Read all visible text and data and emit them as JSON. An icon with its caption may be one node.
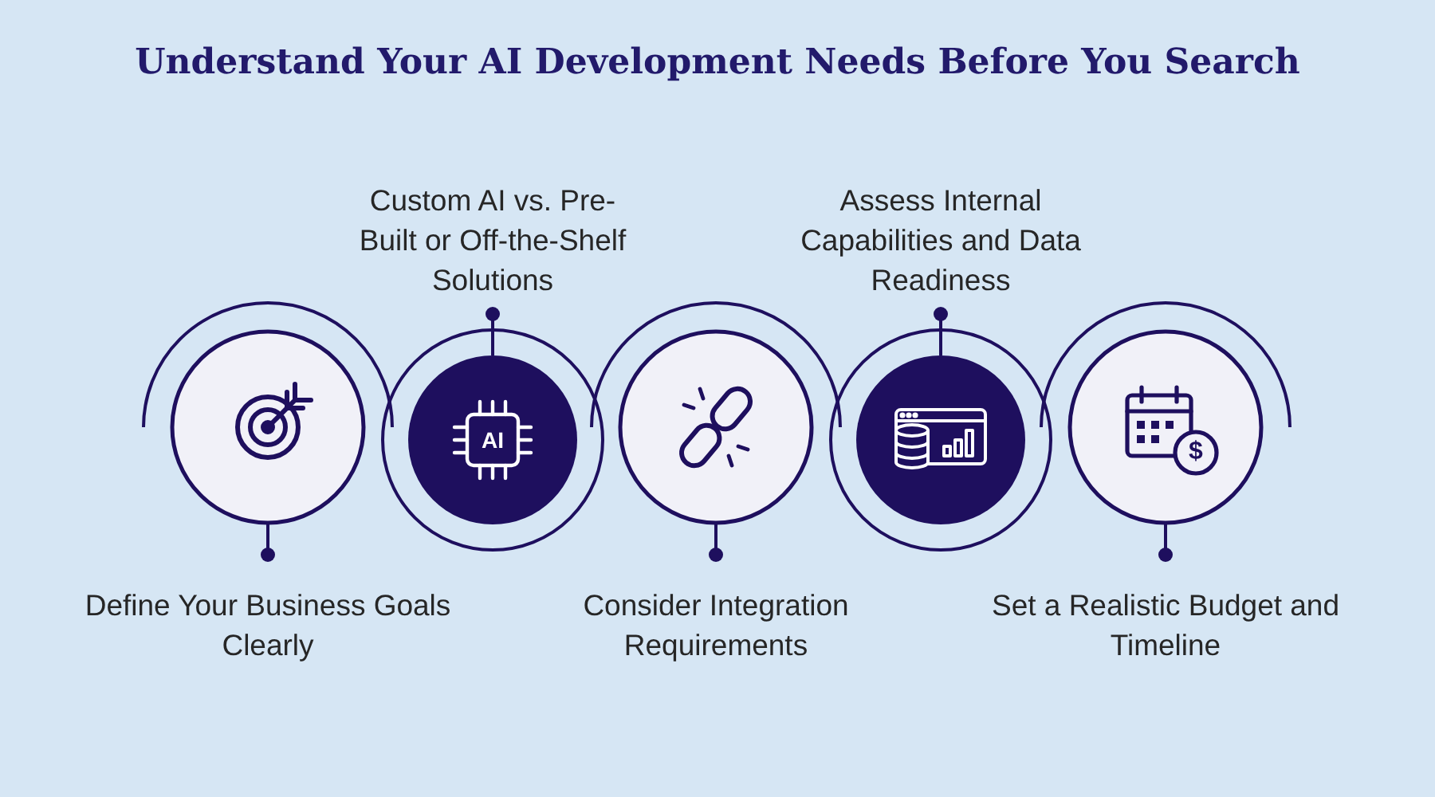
{
  "diagram": {
    "title": "Understand Your AI Development Needs Before You Search",
    "nodes": [
      {
        "text": [
          "Define Your Business Goals Clearly"
        ]
      },
      {
        "text": [
          "Custom AI vs. Pre-Built or Off-the-Shelf Solutions"
        ]
      },
      {
        "text": [
          "Consider Integration Requirements"
        ]
      },
      {
        "text": [
          "Assess Internal Capabilities and Data Readiness"
        ]
      },
      {
        "text": [
          "Set a Realistic Budget and Timeline"
        ]
      }
    ],
    "labels": [
      "AI",
      "$"
    ]
  }
}
